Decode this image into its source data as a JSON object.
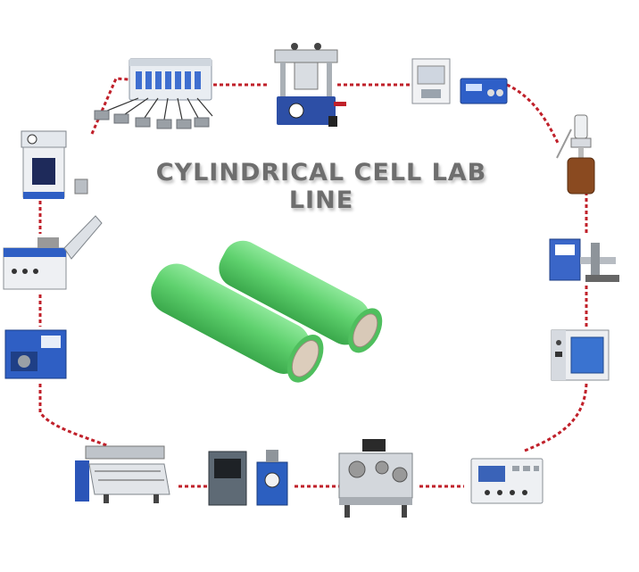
{
  "title": "CYLINDRICAL CELL LAB LINE",
  "colors": {
    "dashed_path": "#c0202a",
    "cell_green": "#5fd16e",
    "title_gray": "#6e6e6e"
  },
  "machines": [
    "multi-channel-battery-tester",
    "cell-crimping-sealing-machine",
    "electrolyte-filling-machine",
    "electrolyte-dispenser-bottle",
    "ultrasonic-tab-welder",
    "vacuum-drying-oven",
    "internal-resistance-tester",
    "cylindrical-winding-machine",
    "spot-welding-machine",
    "electrode-slitting-machine",
    "rolling-press-machine",
    "film-coating-machine",
    "slurry-mixer"
  ]
}
